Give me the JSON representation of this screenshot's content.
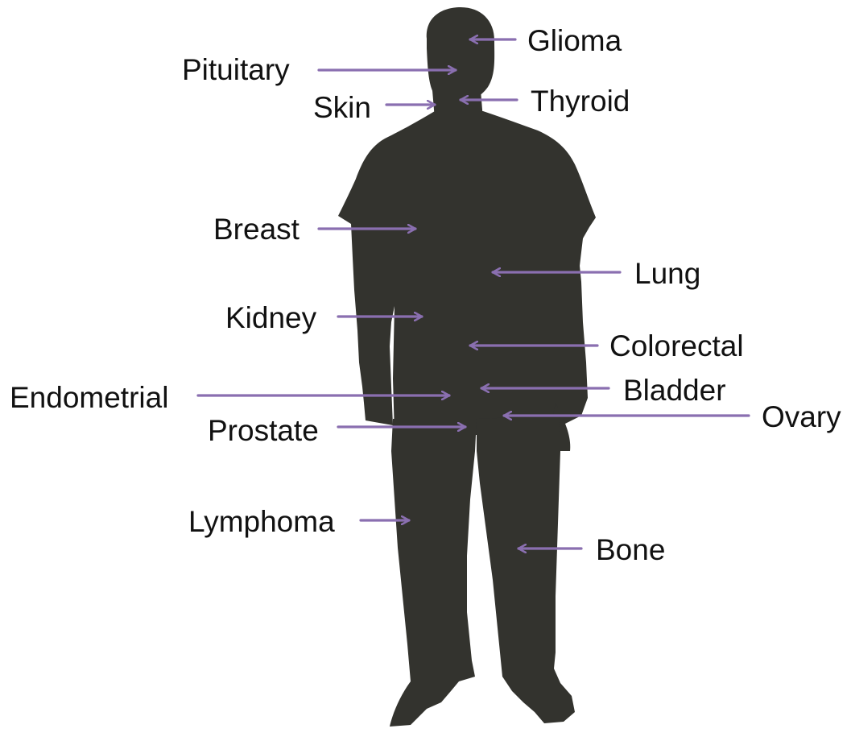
{
  "colors": {
    "silhouette": "#33332e",
    "arrow": "#8a6fb0",
    "label_text": "#111111",
    "background": "#ffffff"
  },
  "labels": {
    "glioma": "Glioma",
    "pituitary": "Pituitary",
    "skin": "Skin",
    "thyroid": "Thyroid",
    "breast": "Breast",
    "lung": "Lung",
    "kidney": "Kidney",
    "colorectal": "Colorectal",
    "endometrial": "Endometrial",
    "bladder": "Bladder",
    "ovary": "Ovary",
    "prostate": "Prostate",
    "lymphoma": "Lymphoma",
    "bone": "Bone"
  }
}
